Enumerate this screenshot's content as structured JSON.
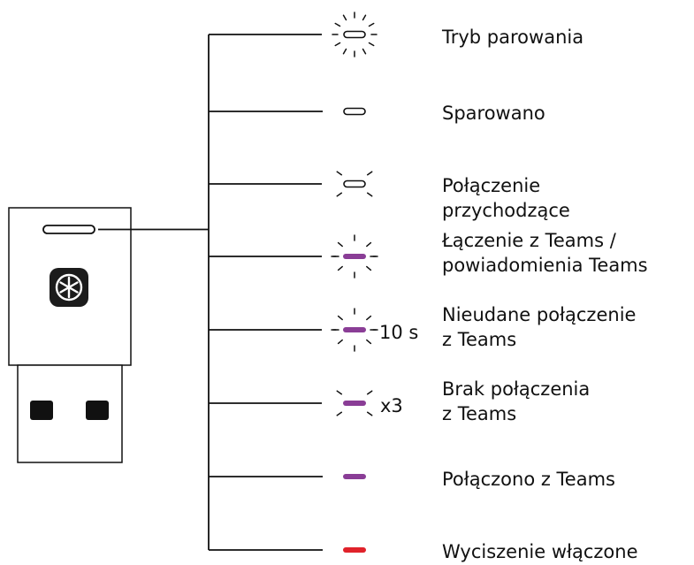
{
  "colors": {
    "line": "#111111",
    "white_led": "#ffffff",
    "purple_led": "#8a3d96",
    "red_led": "#e0222a",
    "teams_badge": "#1c1c1c"
  },
  "device": {
    "icon": "teams-logo-icon",
    "led_color": "white"
  },
  "states": [
    {
      "label_lines": [
        "Tryb parowania"
      ],
      "led": "white-outline",
      "effect": "rays-full",
      "suffix": ""
    },
    {
      "label_lines": [
        "Sparowano"
      ],
      "led": "white-outline",
      "effect": "none",
      "suffix": ""
    },
    {
      "label_lines": [
        "Połączenie",
        "przychodzące"
      ],
      "led": "white-outline",
      "effect": "rays-diagonal",
      "suffix": ""
    },
    {
      "label_lines": [
        "Łączenie z Teams /",
        "powiadomienia Teams"
      ],
      "led": "purple",
      "effect": "rays-full-dashed",
      "suffix": ""
    },
    {
      "label_lines": [
        "Nieudane połączenie",
        "z Teams"
      ],
      "led": "purple",
      "effect": "rays-full-dashed",
      "suffix": "10 s"
    },
    {
      "label_lines": [
        "Brak połączenia",
        "z Teams"
      ],
      "led": "purple",
      "effect": "rays-diagonal",
      "suffix": "x3"
    },
    {
      "label_lines": [
        "Połączono z Teams"
      ],
      "led": "purple",
      "effect": "none",
      "suffix": ""
    },
    {
      "label_lines": [
        "Wyciszenie włączone"
      ],
      "led": "red",
      "effect": "none",
      "suffix": ""
    }
  ]
}
